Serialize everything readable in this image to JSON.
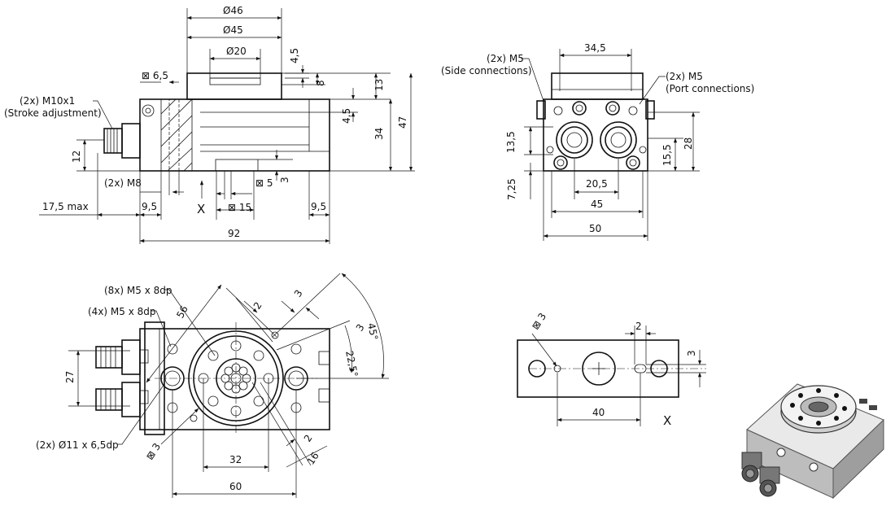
{
  "front_view": {
    "dia46": "Ø46",
    "dia45": "Ø45",
    "dia20": "Ø20",
    "sq65": "⊠ 6,5",
    "h45_top": "4,5",
    "h8": "8",
    "h13": "13",
    "h45_side": "4,5",
    "h34": "34",
    "h47": "47",
    "thread_label": "(2x) M10x1",
    "thread_note": "(Stroke adjustment)",
    "h12": "12",
    "m8_label": "(2x) M8",
    "sq5": "⊠ 5",
    "h3": "3",
    "x_label": "X",
    "max_label": "17,5 max",
    "w95_left": "9,5",
    "sq15": "⊠ 15",
    "w95_right": "9,5",
    "w92": "92"
  },
  "side_view": {
    "side_conn_label": "(2x) M5",
    "side_conn_note": "(Side connections)",
    "w345": "34,5",
    "port_conn_label": "(2x) M5",
    "port_conn_note": "(Port connections)",
    "h135": "13,5",
    "h28": "28",
    "h155": "15,5",
    "h725": "7,25",
    "w205": "20,5",
    "w45": "45",
    "w50": "50"
  },
  "top_view": {
    "m5x8_8": "(8x) M5 x 8dp",
    "m5x8_4": "(4x) M5 x 8dp",
    "r56": "56",
    "a2_top": "2",
    "a3_top": "3",
    "deg45": "45°",
    "a3_mid": "3",
    "deg225": "22,5°",
    "h27": "27",
    "dia11": "(2x) Ø11 x 6,5dp",
    "sq3": "⊠ 3",
    "a2_bot": "2",
    "w32": "32",
    "w16": "16",
    "w60": "60"
  },
  "x_view": {
    "sq3": "⊠ 3",
    "w2": "2",
    "h3": "3",
    "w40": "40",
    "x_label": "X"
  }
}
